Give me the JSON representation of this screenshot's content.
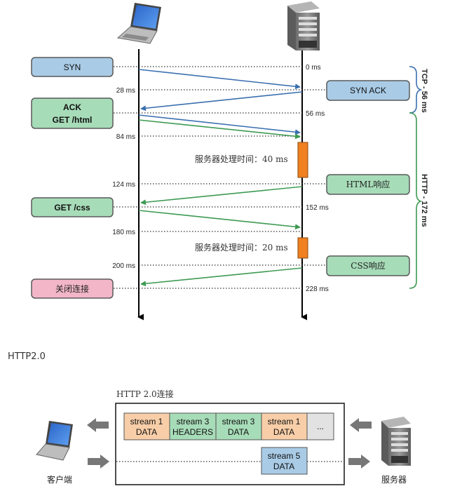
{
  "colors": {
    "client_box": "#a9cbe6",
    "server_box": "#a9cbe6",
    "green_box": "#a7dcb8",
    "pink_box": "#f2b6c8",
    "orange_proc": "#f08020",
    "arrow_blue": "#3a6fb0",
    "arrow_green": "#3d9a52",
    "brace_blue": "#3a6fb0",
    "brace_green": "#3d9a52",
    "frame_orange": "#f8ceA8",
    "frame_green": "#a7dcb8",
    "frame_blue": "#a9cbe6",
    "frame_gray": "#e2e2e2"
  },
  "top_diagram": {
    "client_msgs": [
      "SYN",
      "ACK",
      "GET /html",
      "GET /css",
      "关闭连接"
    ],
    "server_msgs": [
      "SYN ACK",
      "HTML响应",
      "CSS响应"
    ],
    "processing_labels": [
      "服务器处理时间：40 ms",
      "服务器处理时间：20 ms"
    ],
    "left_times": [
      "28 ms",
      "84 ms",
      "124 ms",
      "180 ms",
      "200 ms"
    ],
    "right_times": [
      "0 ms",
      "56 ms",
      "152 ms",
      "228 ms"
    ],
    "phases": [
      "TCP - 56 ms",
      "HTTP - 172 ms"
    ]
  },
  "heading": "HTTP2.0",
  "bottom_diagram": {
    "title": "HTTP 2.0连接",
    "frames_row1": [
      {
        "line1": "stream 1",
        "line2": "DATA"
      },
      {
        "line1": "stream 3",
        "line2": "HEADERS"
      },
      {
        "line1": "stream 3",
        "line2": "DATA"
      },
      {
        "line1": "stream 1",
        "line2": "DATA"
      },
      {
        "line1": "...",
        "line2": ""
      }
    ],
    "frames_row2": [
      {
        "line1": "stream 5",
        "line2": "DATA"
      }
    ],
    "client_label": "客户端",
    "server_label": "服务器"
  }
}
